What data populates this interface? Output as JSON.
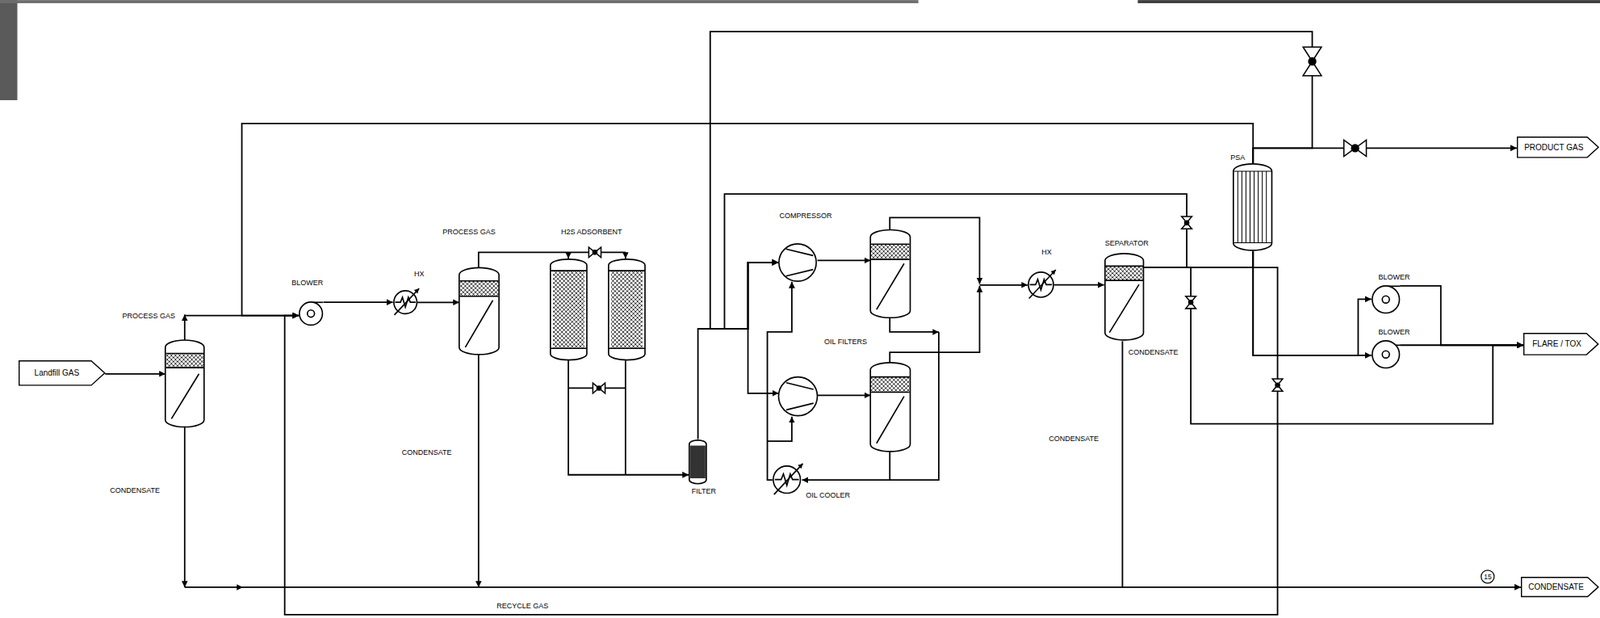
{
  "diagram": {
    "nodes": [
      {
        "text": [
          "Landfill GAS"
        ]
      },
      {
        "text": [
          "BLOWER"
        ]
      },
      {
        "text": [
          "HX"
        ]
      },
      {
        "text": [
          "H2S ADSORBENT"
        ]
      },
      {
        "text": [
          "FILTER"
        ]
      },
      {
        "text": [
          "COMPRESSOR"
        ]
      },
      {
        "text": [
          "OIL COOLER"
        ]
      },
      {
        "text": [
          "HX"
        ]
      },
      {
        "text": [
          "SEPARATOR"
        ]
      },
      {
        "text": [
          "PSA"
        ]
      },
      {
        "text": [
          "PRODUCT GAS"
        ]
      },
      {
        "text": [
          "BLOWER"
        ]
      },
      {
        "text": [
          "BLOWER"
        ]
      },
      {
        "text": [
          "FLARE / TOX"
        ]
      },
      {
        "text": [
          "15"
        ]
      },
      {
        "text": [
          "CONDENSATE"
        ]
      }
    ],
    "edges": [
      {
        "from": 1,
        "to": 2,
        "arrow": "to"
      },
      {
        "from": 3,
        "to": 4,
        "arrow": "to"
      },
      {
        "from": 4,
        "to": 5,
        "arrow": "to"
      },
      {
        "from": 6,
        "to": 5,
        "arrow": "to"
      },
      {
        "from": 7,
        "to": 8,
        "arrow": "to"
      },
      {
        "from": 8,
        "to": 9,
        "arrow": "none"
      },
      {
        "from": 9,
        "to": 10,
        "arrow": "to"
      },
      {
        "from": 9,
        "to": 12,
        "arrow": "to"
      },
      {
        "from": 9,
        "to": 11,
        "arrow": "to"
      },
      {
        "from": 11,
        "to": 13,
        "arrow": "to"
      },
      {
        "from": 12,
        "to": 13,
        "arrow": "to"
      },
      {
        "from": 8,
        "to": 13,
        "arrow": "to"
      },
      {
        "from": 8,
        "to": 15,
        "arrow": "to"
      },
      {
        "from": 9,
        "to": 1,
        "arrow": "to"
      },
      {
        "from": 9,
        "to": 5,
        "arrow": "to"
      },
      {
        "from": 8,
        "to": 5,
        "arrow": "to"
      },
      {
        "from": 8,
        "to": 1,
        "arrow": "to"
      }
    ],
    "labels": [
      "PROCESS GAS",
      "CONDENSATE",
      "PROCESS GAS",
      "CONDENSATE",
      "OIL FILTERS",
      "CONDENSATE",
      "CONDENSATE",
      "RECYCLE GAS"
    ]
  }
}
